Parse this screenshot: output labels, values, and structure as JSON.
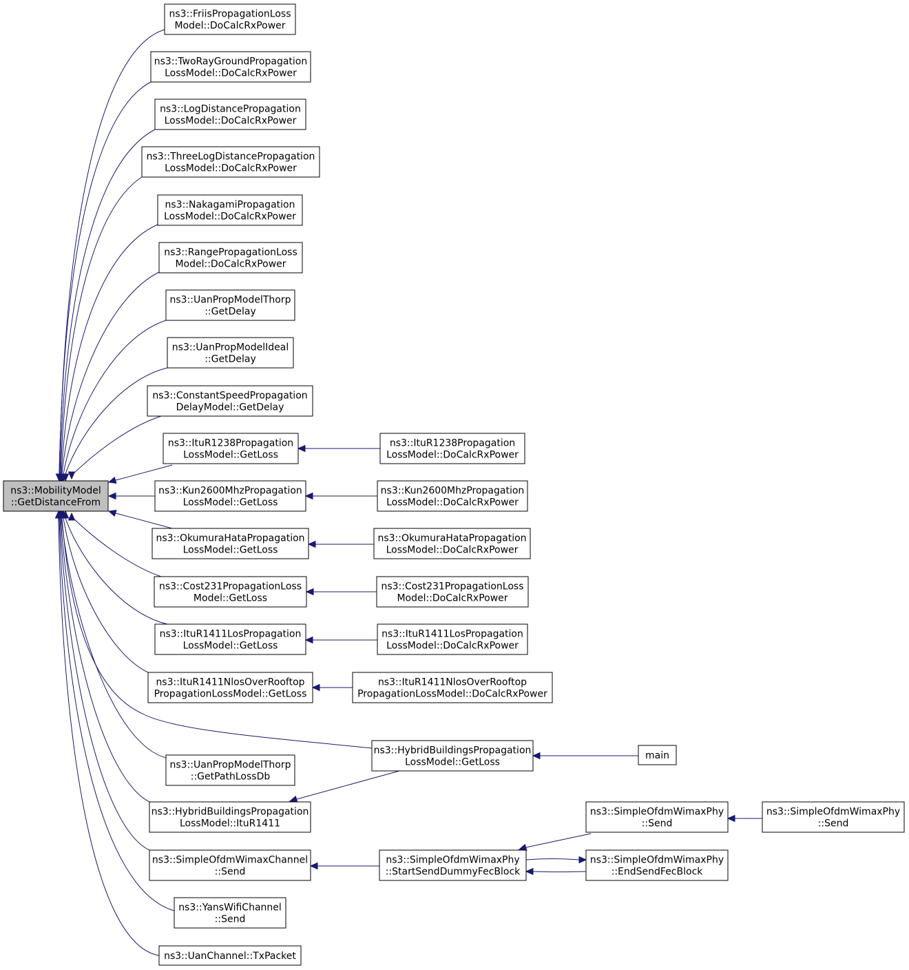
{
  "nodes": [
    {
      "id": "root",
      "lines": [
        "ns3::MobilityModel",
        "::GetDistanceFrom"
      ]
    },
    {
      "id": "friis",
      "lines": [
        "ns3::FriisPropagationLoss",
        "Model::DoCalcRxPower"
      ]
    },
    {
      "id": "tworay",
      "lines": [
        "ns3::TwoRayGroundPropagation",
        "LossModel::DoCalcRxPower"
      ]
    },
    {
      "id": "logdist",
      "lines": [
        "ns3::LogDistancePropagation",
        "LossModel::DoCalcRxPower"
      ]
    },
    {
      "id": "threelog",
      "lines": [
        "ns3::ThreeLogDistancePropagation",
        "LossModel::DoCalcRxPower"
      ]
    },
    {
      "id": "nakagami",
      "lines": [
        "ns3::NakagamiPropagation",
        "LossModel::DoCalcRxPower"
      ]
    },
    {
      "id": "range",
      "lines": [
        "ns3::RangePropagationLoss",
        "Model::DoCalcRxPower"
      ]
    },
    {
      "id": "thorp_delay",
      "lines": [
        "ns3::UanPropModelThorp",
        "::GetDelay"
      ]
    },
    {
      "id": "ideal_delay",
      "lines": [
        "ns3::UanPropModelIdeal",
        "::GetDelay"
      ]
    },
    {
      "id": "constspeed",
      "lines": [
        "ns3::ConstantSpeedPropagation",
        "DelayModel::GetDelay"
      ]
    },
    {
      "id": "itu1238_gl",
      "lines": [
        "ns3::ItuR1238Propagation",
        "LossModel::GetLoss"
      ]
    },
    {
      "id": "itu1238_rx",
      "lines": [
        "ns3::ItuR1238Propagation",
        "LossModel::DoCalcRxPower"
      ]
    },
    {
      "id": "kun_gl",
      "lines": [
        "ns3::Kun2600MhzPropagation",
        "LossModel::GetLoss"
      ]
    },
    {
      "id": "kun_rx",
      "lines": [
        "ns3::Kun2600MhzPropagation",
        "LossModel::DoCalcRxPower"
      ]
    },
    {
      "id": "okumura_gl",
      "lines": [
        "ns3::OkumuraHataPropagation",
        "LossModel::GetLoss"
      ]
    },
    {
      "id": "okumura_rx",
      "lines": [
        "ns3::OkumuraHataPropagation",
        "LossModel::DoCalcRxPower"
      ]
    },
    {
      "id": "cost_gl",
      "lines": [
        "ns3::Cost231PropagationLoss",
        "Model::GetLoss"
      ]
    },
    {
      "id": "cost_rx",
      "lines": [
        "ns3::Cost231PropagationLoss",
        "Model::DoCalcRxPower"
      ]
    },
    {
      "id": "itu1411los_gl",
      "lines": [
        "ns3::ItuR1411LosPropagation",
        "LossModel::GetLoss"
      ]
    },
    {
      "id": "itu1411los_rx",
      "lines": [
        "ns3::ItuR1411LosPropagation",
        "LossModel::DoCalcRxPower"
      ]
    },
    {
      "id": "nlos_gl",
      "lines": [
        "ns3::ItuR1411NlosOverRooftop",
        "PropagationLossModel::GetLoss"
      ]
    },
    {
      "id": "nlos_rx",
      "lines": [
        "ns3::ItuR1411NlosOverRooftop",
        "PropagationLossModel::DoCalcRxPower"
      ]
    },
    {
      "id": "hybrid_gl",
      "lines": [
        "ns3::HybridBuildingsPropagation",
        "LossModel::GetLoss"
      ]
    },
    {
      "id": "main",
      "lines": [
        "main"
      ]
    },
    {
      "id": "thorp_pl",
      "lines": [
        "ns3::UanPropModelThorp",
        "::GetPathLossDb"
      ]
    },
    {
      "id": "hybrid_itu",
      "lines": [
        "ns3::HybridBuildingsPropagation",
        "LossModel::ItuR1411"
      ]
    },
    {
      "id": "ofdm_send1",
      "lines": [
        "ns3::SimpleOfdmWimaxPhy",
        "::Send"
      ]
    },
    {
      "id": "ofdm_send2",
      "lines": [
        "ns3::SimpleOfdmWimaxPhy",
        "::Send"
      ]
    },
    {
      "id": "wimaxchan_send",
      "lines": [
        "ns3::SimpleOfdmWimaxChannel",
        "::Send"
      ]
    },
    {
      "id": "ofdm_start",
      "lines": [
        "ns3::SimpleOfdmWimaxPhy",
        "::StartSendDummyFecBlock"
      ]
    },
    {
      "id": "ofdm_end",
      "lines": [
        "ns3::SimpleOfdmWimaxPhy",
        "::EndSendFecBlock"
      ]
    },
    {
      "id": "yans_send",
      "lines": [
        "ns3::YansWifiChannel",
        "::Send"
      ]
    },
    {
      "id": "uan_tx",
      "lines": [
        "ns3::UanChannel::TxPacket"
      ]
    }
  ],
  "edges": [
    {
      "from": "friis",
      "to": "root"
    },
    {
      "from": "tworay",
      "to": "root"
    },
    {
      "from": "logdist",
      "to": "root"
    },
    {
      "from": "threelog",
      "to": "root"
    },
    {
      "from": "nakagami",
      "to": "root"
    },
    {
      "from": "range",
      "to": "root"
    },
    {
      "from": "thorp_delay",
      "to": "root"
    },
    {
      "from": "ideal_delay",
      "to": "root"
    },
    {
      "from": "constspeed",
      "to": "root"
    },
    {
      "from": "itu1238_gl",
      "to": "root"
    },
    {
      "from": "kun_gl",
      "to": "root"
    },
    {
      "from": "okumura_gl",
      "to": "root"
    },
    {
      "from": "cost_gl",
      "to": "root"
    },
    {
      "from": "itu1411los_gl",
      "to": "root"
    },
    {
      "from": "nlos_gl",
      "to": "root"
    },
    {
      "from": "hybrid_gl",
      "to": "root"
    },
    {
      "from": "thorp_pl",
      "to": "root"
    },
    {
      "from": "hybrid_itu",
      "to": "root"
    },
    {
      "from": "wimaxchan_send",
      "to": "root"
    },
    {
      "from": "yans_send",
      "to": "root"
    },
    {
      "from": "uan_tx",
      "to": "root"
    },
    {
      "from": "itu1238_rx",
      "to": "itu1238_gl"
    },
    {
      "from": "kun_rx",
      "to": "kun_gl"
    },
    {
      "from": "okumura_rx",
      "to": "okumura_gl"
    },
    {
      "from": "cost_rx",
      "to": "cost_gl"
    },
    {
      "from": "itu1411los_rx",
      "to": "itu1411los_gl"
    },
    {
      "from": "nlos_rx",
      "to": "nlos_gl"
    },
    {
      "from": "hybrid_gl",
      "to": "hybrid_itu"
    },
    {
      "from": "main",
      "to": "hybrid_gl"
    },
    {
      "from": "ofdm_start",
      "to": "wimaxchan_send"
    },
    {
      "from": "ofdm_send1",
      "to": "ofdm_start"
    },
    {
      "from": "ofdm_end",
      "to": "ofdm_start"
    },
    {
      "from": "ofdm_start",
      "to": "ofdm_end"
    },
    {
      "from": "ofdm_send2",
      "to": "ofdm_send1"
    }
  ],
  "colors": {
    "edge": "#191970",
    "root_fill": "#bfbfbf",
    "node_fill": "#ffffff",
    "border": "#000000"
  }
}
